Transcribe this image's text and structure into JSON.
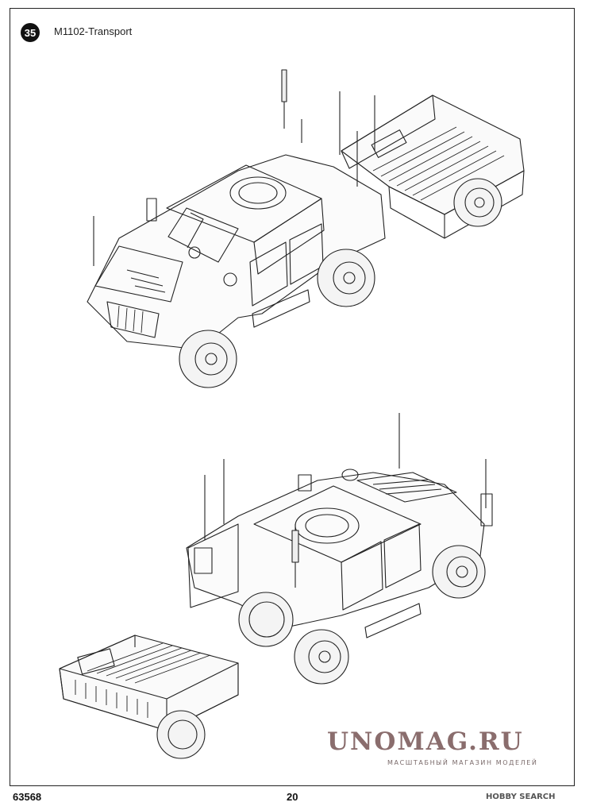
{
  "step": {
    "number": "35",
    "title": "M1102-Transport"
  },
  "watermark": {
    "main": "UNOMAG.RU",
    "sub": "МАСШТАБНЫЙ МАГАЗИН МОДЕЛЕЙ"
  },
  "footer": {
    "kit_number": "63568",
    "page_number": "20",
    "source": "HOBBY SEARCH"
  }
}
